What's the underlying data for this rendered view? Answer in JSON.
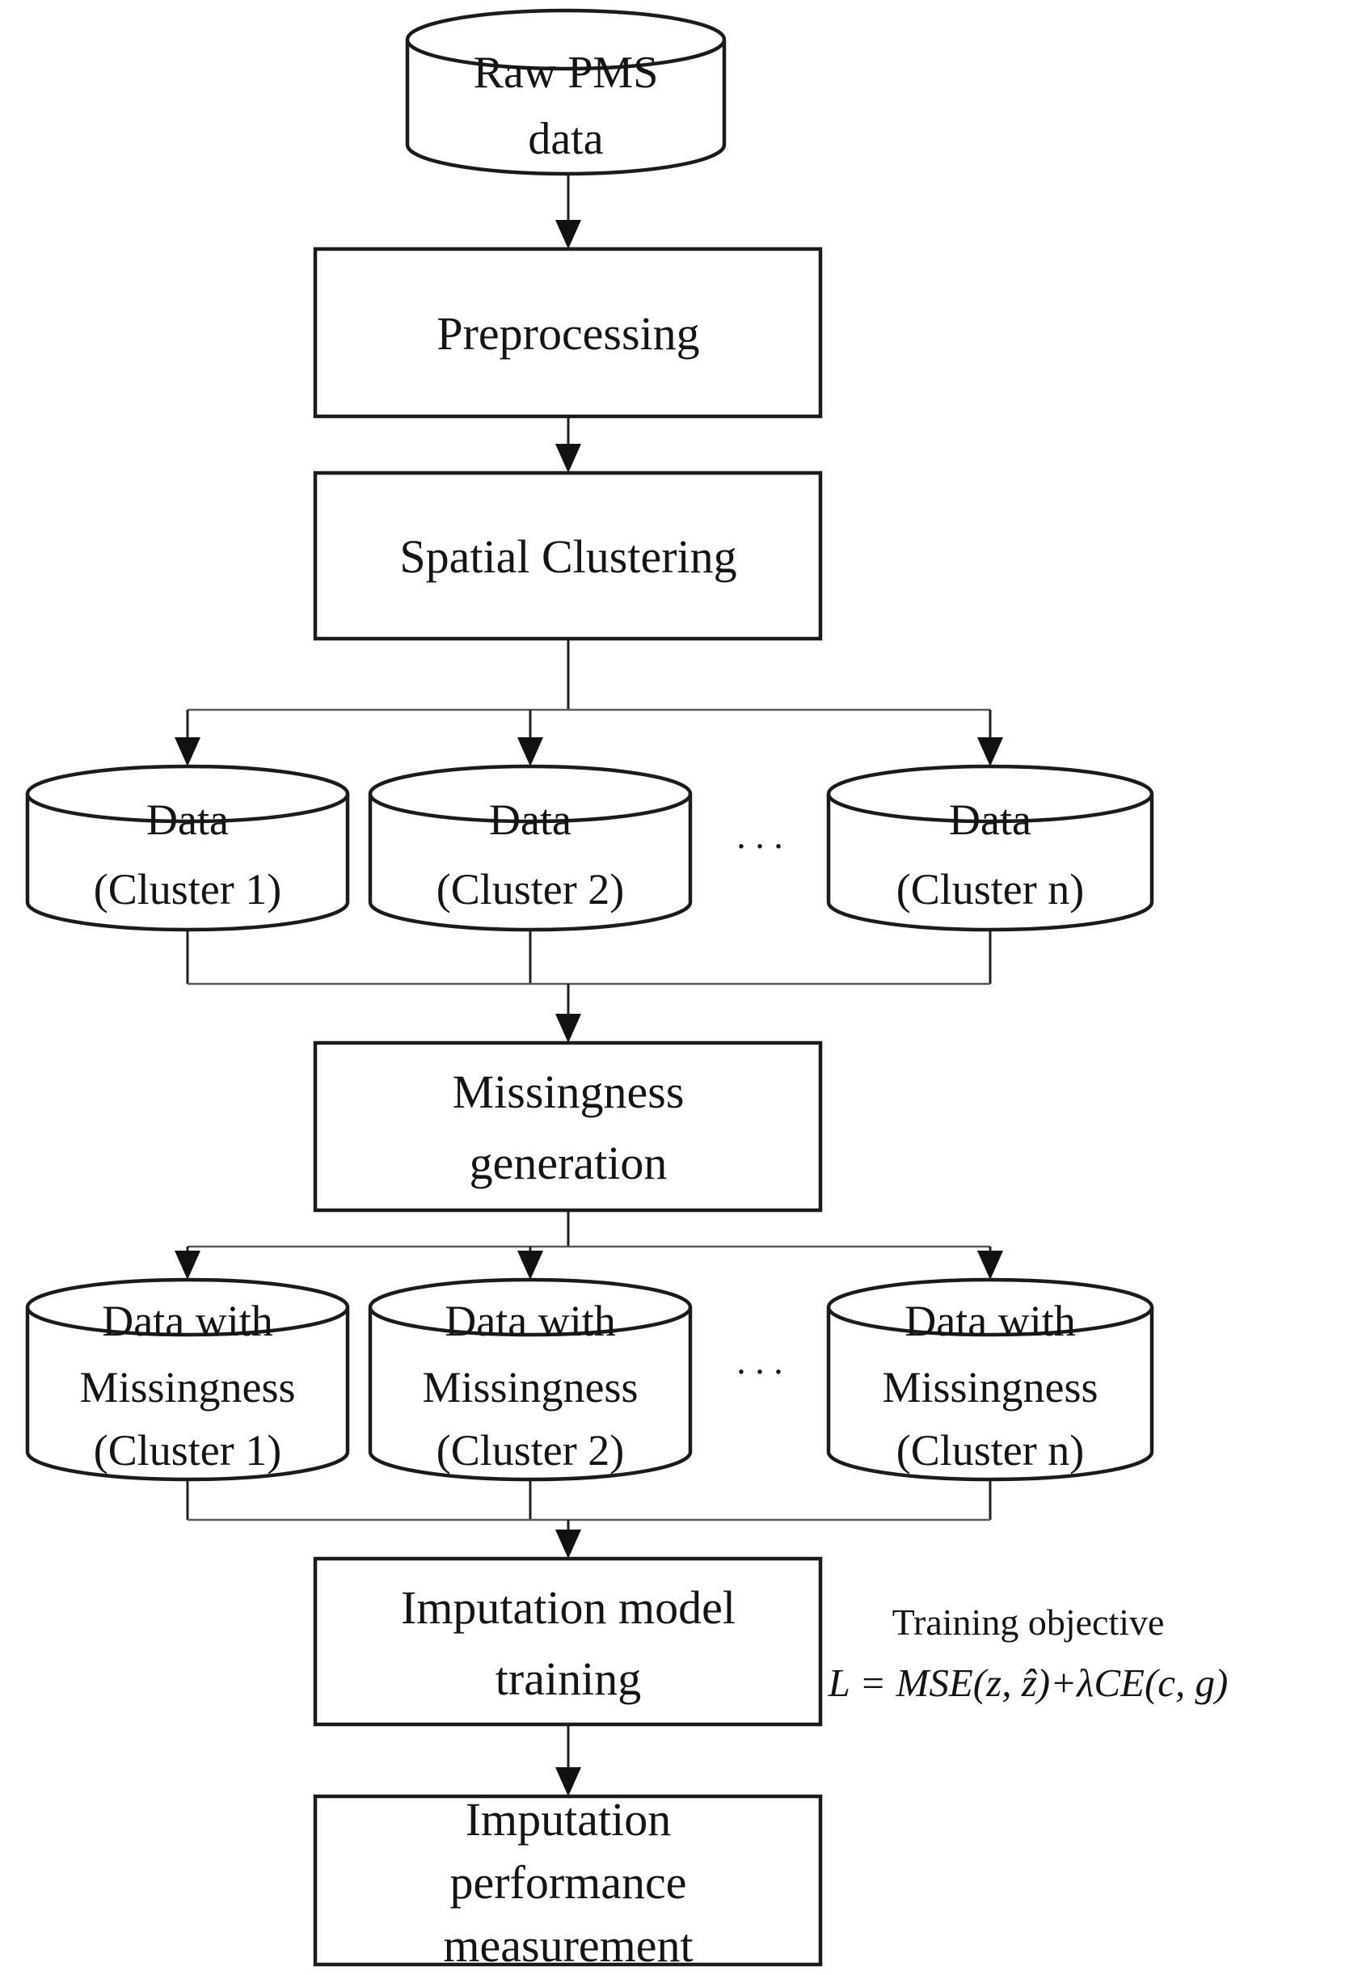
{
  "diagram": {
    "nodes": {
      "raw_pms": {
        "line1": "Raw PMS",
        "line2": "data"
      },
      "preprocessing": {
        "label": "Preprocessing"
      },
      "spatial_clustering": {
        "label": "Spatial Clustering"
      },
      "data_cluster_1": {
        "line1": "Data",
        "line2": "(Cluster 1)"
      },
      "data_cluster_2": {
        "line1": "Data",
        "line2": "(Cluster 2)"
      },
      "data_cluster_n": {
        "line1": "Data",
        "line2": "(Cluster n)"
      },
      "missingness_generation": {
        "line1": "Missingness",
        "line2": "generation"
      },
      "missing_cluster_1": {
        "line1": "Data with",
        "line2": "Missingness",
        "line3": "(Cluster 1)"
      },
      "missing_cluster_2": {
        "line1": "Data with",
        "line2": "Missingness",
        "line3": "(Cluster 2)"
      },
      "missing_cluster_n": {
        "line1": "Data with",
        "line2": "Missingness",
        "line3": "(Cluster n)"
      },
      "imputation_training": {
        "line1": "Imputation model",
        "line2": "training"
      },
      "imputation_measurement": {
        "line1": "Imputation",
        "line2": "performance",
        "line3": "measurement"
      }
    },
    "ellipsis": {
      "row1": "∙ ∙ ∙",
      "row2": "∙ ∙ ∙"
    },
    "annotation": {
      "title": "Training objective",
      "formula": "L = MSE(z, ẑ)+λCE(c, g)"
    },
    "colors": {
      "line": "#1b1b1b",
      "rail": "#5a5a5a",
      "background": "#ffffff"
    }
  }
}
